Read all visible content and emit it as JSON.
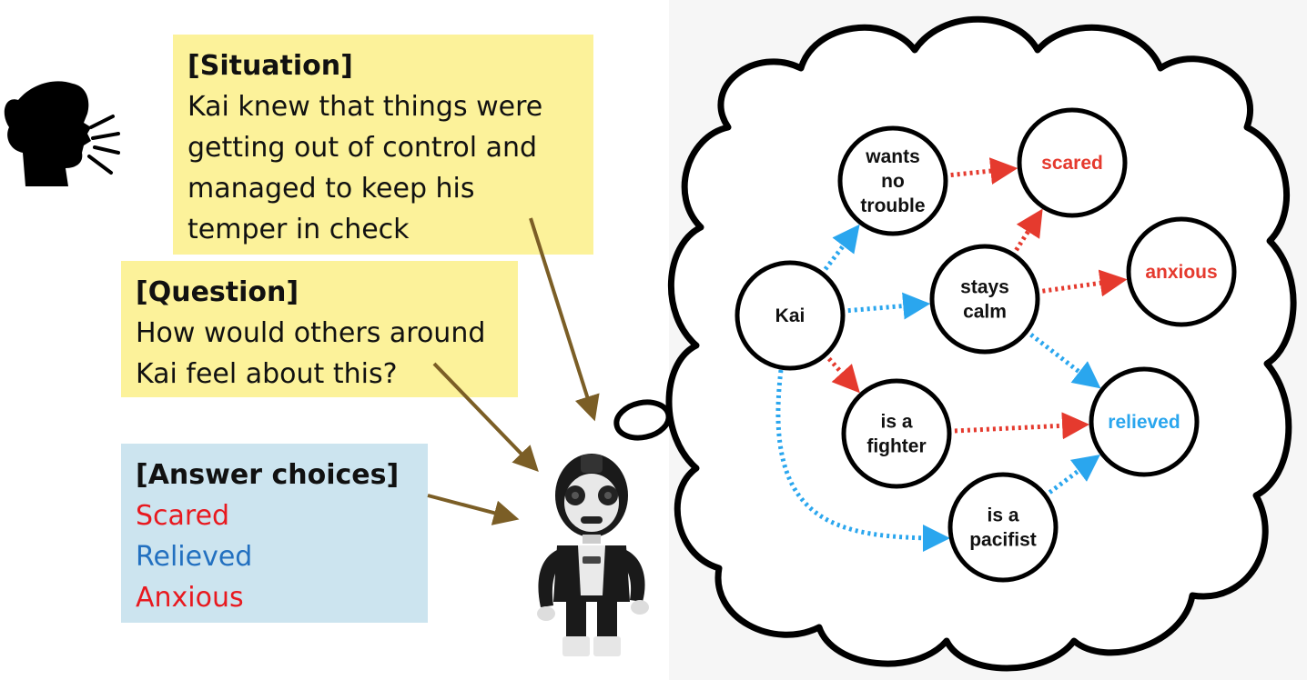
{
  "situation": {
    "header": "[Situation]",
    "lines": [
      "Kai knew that things were",
      "getting out of control and",
      "managed to keep his",
      "temper in check"
    ]
  },
  "question": {
    "header": "[Question]",
    "lines": [
      "How would others around",
      "Kai feel about this?"
    ]
  },
  "answers": {
    "header": "[Answer choices]",
    "choices": [
      {
        "label": "Scared",
        "color": "#e8191f"
      },
      {
        "label": "Relieved",
        "color": "#2270c0"
      },
      {
        "label": "Anxious",
        "color": "#e8191f"
      }
    ]
  },
  "colors": {
    "box_yellow": "#fcf29a",
    "box_blue": "#cce4ef",
    "arrow_blue": "#2aa6ee",
    "arrow_red": "#e53a2e",
    "pointer_brown": "#7b5e26"
  },
  "icons": [
    "speaking-person-icon",
    "robot-figure",
    "thought-bubble-icon"
  ],
  "graph": {
    "nodes": [
      {
        "id": "kai",
        "lines": [
          "Kai"
        ],
        "color": "#111111"
      },
      {
        "id": "wants",
        "lines": [
          "wants",
          "no",
          "trouble"
        ],
        "color": "#111111"
      },
      {
        "id": "scared",
        "lines": [
          "scared"
        ],
        "color": "#e53a2e"
      },
      {
        "id": "calm",
        "lines": [
          "stays",
          "calm"
        ],
        "color": "#111111"
      },
      {
        "id": "anxious",
        "lines": [
          "anxious"
        ],
        "color": "#e53a2e"
      },
      {
        "id": "fighter",
        "lines": [
          "is a",
          "fighter"
        ],
        "color": "#111111"
      },
      {
        "id": "relieved",
        "lines": [
          "relieved"
        ],
        "color": "#2aa6ee"
      },
      {
        "id": "pacifist",
        "lines": [
          "is a",
          "pacifist"
        ],
        "color": "#111111"
      }
    ],
    "edges": [
      {
        "from": "kai",
        "to": "wants",
        "color": "blue"
      },
      {
        "from": "kai",
        "to": "calm",
        "color": "blue"
      },
      {
        "from": "kai",
        "to": "fighter",
        "color": "red"
      },
      {
        "from": "kai",
        "to": "pacifist",
        "color": "blue"
      },
      {
        "from": "wants",
        "to": "scared",
        "color": "red"
      },
      {
        "from": "calm",
        "to": "scared",
        "color": "red"
      },
      {
        "from": "calm",
        "to": "anxious",
        "color": "red"
      },
      {
        "from": "calm",
        "to": "relieved",
        "color": "blue"
      },
      {
        "from": "fighter",
        "to": "relieved",
        "color": "red"
      },
      {
        "from": "pacifist",
        "to": "relieved",
        "color": "blue"
      }
    ]
  }
}
